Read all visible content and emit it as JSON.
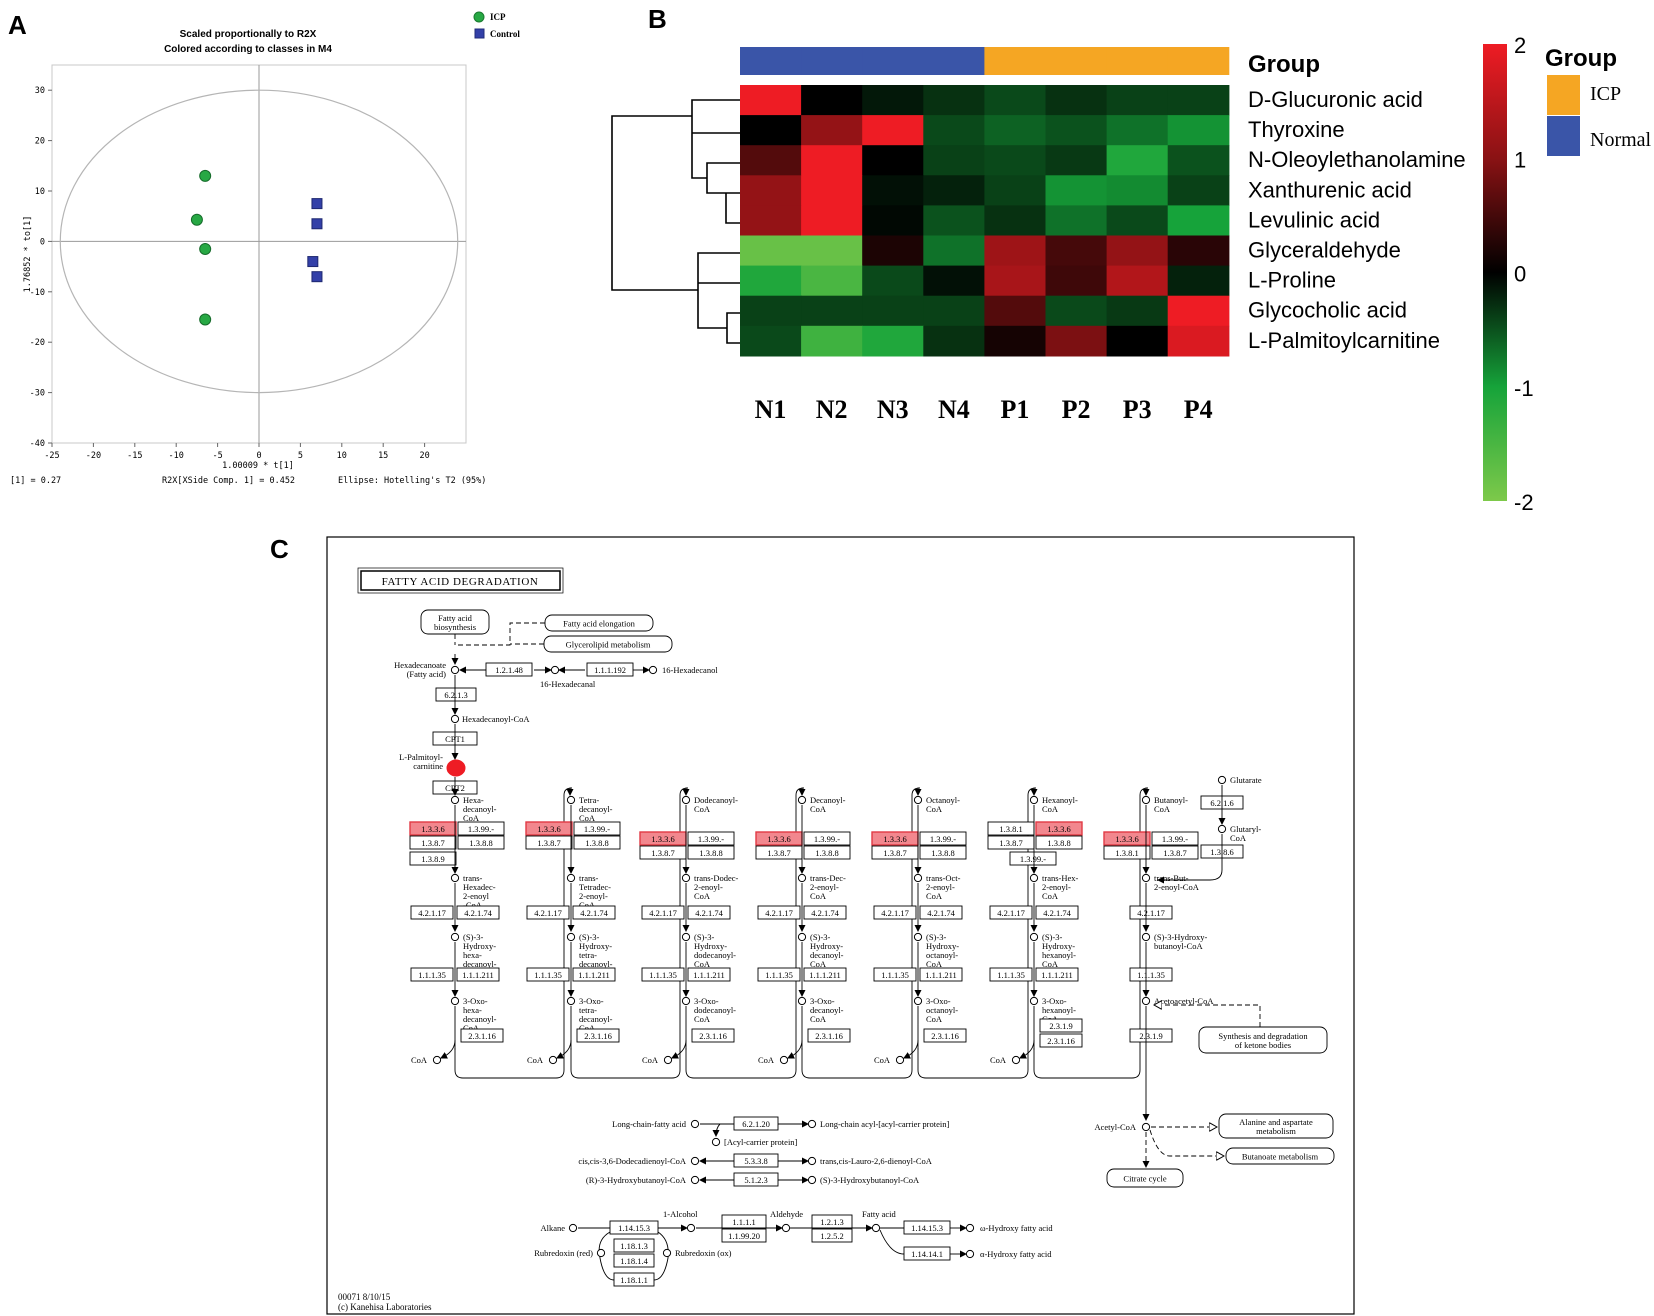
{
  "panels": {
    "a": "A",
    "b": "B",
    "c": "C"
  },
  "chart_data": [
    {
      "type": "scatter",
      "title_line1": "Scaled proportionally to R2X",
      "title_line2": "Colored according to classes in M4",
      "xlabel": "1.00009 * t[1]",
      "ylabel": "1.76852 * to[1]",
      "xlim": [
        -25,
        25
      ],
      "ylim": [
        -40,
        35
      ],
      "xticks": [
        -25,
        -20,
        -15,
        -10,
        -5,
        0,
        5,
        10,
        15,
        20
      ],
      "yticks": [
        30,
        20,
        10,
        0,
        -10,
        -20,
        -30,
        -40
      ],
      "footer": {
        "left": "[1] = 0.27",
        "middle": "R2X[XSide Comp. 1] = 0.452",
        "right": "Ellipse: Hotelling's T2 (95%)"
      },
      "legend_position": "top-right",
      "ellipse": {
        "cx": 0,
        "cy": 0,
        "rx": 24,
        "ry": 30
      },
      "series": [
        {
          "name": "ICP",
          "marker": "circle",
          "color": "#27a844",
          "points": [
            [
              -6.5,
              13
            ],
            [
              -7.5,
              4.3
            ],
            [
              -6.5,
              -1.5
            ],
            [
              -6.5,
              -15.5
            ]
          ]
        },
        {
          "name": "Control",
          "marker": "square",
          "color": "#3340a8",
          "points": [
            [
              7,
              7.5
            ],
            [
              7,
              3.5
            ],
            [
              6.5,
              -4
            ],
            [
              7,
              -7
            ]
          ]
        }
      ]
    },
    {
      "type": "heatmap",
      "rows": [
        "D-Glucuronic acid",
        "Thyroxine",
        "N-Oleoylethanolamine",
        "Xanthurenic acid",
        "Levulinic acid",
        "Glyceraldehyde",
        "L-Proline",
        "Glycocholic acid",
        "L-Palmitoylcarnitine"
      ],
      "columns": [
        "N1",
        "N2",
        "N3",
        "N4",
        "P1",
        "P2",
        "P3",
        "P4"
      ],
      "values": [
        [
          2.0,
          0.0,
          -0.15,
          -0.3,
          -0.45,
          -0.3,
          -0.4,
          -0.4
        ],
        [
          0.0,
          1.1,
          2.0,
          -0.45,
          -0.6,
          -0.5,
          -0.7,
          -0.9
        ],
        [
          0.6,
          2.0,
          0.0,
          -0.4,
          -0.45,
          -0.35,
          -1.1,
          -0.5
        ],
        [
          1.1,
          2.0,
          -0.1,
          -0.2,
          -0.4,
          -0.9,
          -0.85,
          -0.4
        ],
        [
          1.1,
          2.0,
          -0.05,
          -0.5,
          -0.3,
          -0.7,
          -0.45,
          -1.0
        ],
        [
          -1.8,
          -1.8,
          0.2,
          -0.7,
          1.2,
          0.5,
          1.1,
          0.3
        ],
        [
          -1.1,
          -1.5,
          -0.45,
          -0.1,
          1.3,
          0.45,
          1.4,
          -0.2
        ],
        [
          -0.4,
          -0.4,
          -0.4,
          -0.4,
          0.6,
          -0.45,
          -0.35,
          2.0
        ],
        [
          -0.45,
          -1.4,
          -1.1,
          -0.3,
          0.15,
          0.9,
          0.0,
          1.8
        ]
      ],
      "group_label": "Group",
      "column_groups": [
        "Normal",
        "Normal",
        "Normal",
        "Normal",
        "ICP",
        "ICP",
        "ICP",
        "ICP"
      ],
      "legend": {
        "title": "Group",
        "items": [
          {
            "name": "ICP",
            "color": "#f5a623"
          },
          {
            "name": "Normal",
            "color": "#3a55a8"
          }
        ]
      },
      "colorbar": {
        "range": [
          -2,
          2
        ],
        "ticks": [
          2,
          1,
          0,
          -1,
          -2
        ],
        "colors": [
          "#7dc94a",
          "#16a33a",
          "#000000",
          "#8a1214",
          "#ee1c24"
        ]
      },
      "dendrogram": "rows"
    }
  ],
  "pathway": {
    "title": "FATTY ACID DEGRADATION",
    "footer1": "00071 8/10/15",
    "footer2": "(c) Kanehisa Laboratories",
    "top": {
      "fa_bio": [
        "Fatty acid",
        "biosynthesis"
      ],
      "fa_elong": "Fatty acid elongation",
      "glycerolipid": "Glycerolipid metabolism",
      "hexadecanoate": [
        "Hexadecanoate",
        "(Fatty acid)"
      ],
      "e12148": "1.2.1.48",
      "e111192": "1.1.1.192",
      "hexadecanal": "16-Hexadecanal",
      "hexadecanol": "16-Hexadecanol",
      "e6213": "6.2.1.3",
      "hexadecanoyl": "Hexadecanoyl-CoA",
      "cpt1": "CPT1",
      "palmitoyl": [
        "L-Palmitoyl-",
        "carnitine"
      ],
      "cpt2": "CPT2"
    },
    "ec": {
      "acad": "1.3.3.6",
      "e13199": "1.3.99.-",
      "e1387": "1.3.8.7",
      "e1388": "1.3.8.8",
      "e1389": "1.3.8.9",
      "e1381": "1.3.8.1",
      "hyd1": "4.2.1.17",
      "hyd2": "4.2.1.74",
      "deh1": "1.1.1.35",
      "deh2": "1.1.1.211",
      "thio": "2.3.1.16",
      "e2319": "2.3.1.9",
      "e6216": "6.2.1.6",
      "e1386": "1.3.8.6"
    },
    "coa": "CoA",
    "columns": [
      {
        "acyl": [
          "Hexa-",
          "decanoyl-",
          "CoA"
        ],
        "enoyl": [
          "trans-",
          "Hexadec-",
          "2-enoyl",
          "-CoA"
        ],
        "hydroxy": [
          "(S)-3-",
          "Hydroxy-",
          "hexa-",
          "decanoyl-",
          "CoA"
        ],
        "oxo": [
          "3-Oxo-",
          "hexa-",
          "decanoyl-",
          "CoA"
        ]
      },
      {
        "acyl": [
          "Tetra-",
          "decanoyl-",
          "CoA"
        ],
        "enoyl": [
          "trans-",
          "Tetradec-",
          "2-enoyl-",
          "CoA"
        ],
        "hydroxy": [
          "(S)-3-",
          "Hydroxy-",
          "tetra-",
          "decanoyl-",
          "CoA"
        ],
        "oxo": [
          "3-Oxo-",
          "tetra-",
          "decanoyl-",
          "CoA"
        ]
      },
      {
        "acyl": [
          "Dodecanoyl-",
          "CoA"
        ],
        "enoyl": [
          "trans-Dodec-",
          "2-enoyl-",
          "CoA"
        ],
        "hydroxy": [
          "(S)-3-",
          "Hydroxy-",
          "dodecanoyl-",
          "CoA"
        ],
        "oxo": [
          "3-Oxo-",
          "dodecanoyl-",
          "CoA"
        ]
      },
      {
        "acyl": [
          "Decanoyl-",
          "CoA"
        ],
        "enoyl": [
          "trans-Dec-",
          "2-enoyl-",
          "CoA"
        ],
        "hydroxy": [
          "(S)-3-",
          "Hydroxy-",
          "decanoyl-",
          "CoA"
        ],
        "oxo": [
          "3-Oxo-",
          "decanoyl-",
          "CoA"
        ]
      },
      {
        "acyl": [
          "Octanoyl-",
          "CoA"
        ],
        "enoyl": [
          "trans-Oct-",
          "2-enoyl-",
          "CoA"
        ],
        "hydroxy": [
          "(S)-3-",
          "Hydroxy-",
          "octanoyl-",
          "CoA"
        ],
        "oxo": [
          "3-Oxo-",
          "octanoyl-",
          "CoA"
        ]
      },
      {
        "acyl": [
          "Hexanoyl-",
          "CoA"
        ],
        "enoyl": [
          "trans-Hex-",
          "2-enoyl-",
          "CoA"
        ],
        "hydroxy": [
          "(S)-3-",
          "Hydroxy-",
          "hexanoyl-",
          "CoA"
        ],
        "oxo": [
          "3-Oxo-",
          "hexanoyl-",
          "CoA"
        ]
      },
      {
        "acyl": [
          "Butanoyl-",
          "CoA"
        ],
        "enoyl": [
          "trans-But-",
          "2-enoyl-CoA"
        ],
        "hydroxy": [
          "(S)-3-Hydroxy-",
          "butanoyl-CoA"
        ],
        "oxo": [
          "Acetoacetyl-CoA"
        ]
      }
    ],
    "glutarate": "Glutarate",
    "glutaryl": [
      "Glutaryl-",
      "CoA"
    ],
    "ketone": [
      "Synthesis and degradation",
      "of ketone bodies"
    ],
    "acetylcoa": "Acetyl-CoA",
    "alanine": [
      "Alanine and aspartate",
      "metabolism"
    ],
    "butanoate": "Butanoate metabolism",
    "citrate": "Citrate cycle",
    "lower": {
      "longchain": "Long-chain-fatty acid",
      "e62120": "6.2.1.20",
      "longacyl": "Long-chain acyl-[acyl-carrier protein]",
      "acp": "[Acyl-carrier protein]",
      "cis": "cis,cis-3,6-Dodecadienoyl-CoA",
      "e5338": "5.3.3.8",
      "trans": "trans,cis-Lauro-2,6-dienoyl-CoA",
      "rhb": "(R)-3-Hydroxybutanoyl-CoA",
      "e5123": "5.1.2.3",
      "shb": "(S)-3-Hydroxybutanoyl-CoA"
    },
    "bottom": {
      "alkane": "Alkane",
      "e114153": "1.14.15.3",
      "e11813": "1.18.1.3",
      "e11814": "1.18.1.4",
      "e11811": "1.18.1.1",
      "rub_red": "Rubredoxin (red)",
      "rub_ox": "Rubredoxin (ox)",
      "alcohol": "1-Alcohol",
      "e1111": "1.1.1.1",
      "e119920": "1.1.99.20",
      "aldehyde": "Aldehyde",
      "e1213": "1.2.1.3",
      "e1252": "1.2.5.2",
      "fattyacid": "Fatty acid",
      "e114153b": "1.14.15.3",
      "e114141": "1.14.14.1",
      "omega": "ω-Hydroxy fatty acid",
      "alpha": "α-Hydroxy fatty acid"
    }
  }
}
